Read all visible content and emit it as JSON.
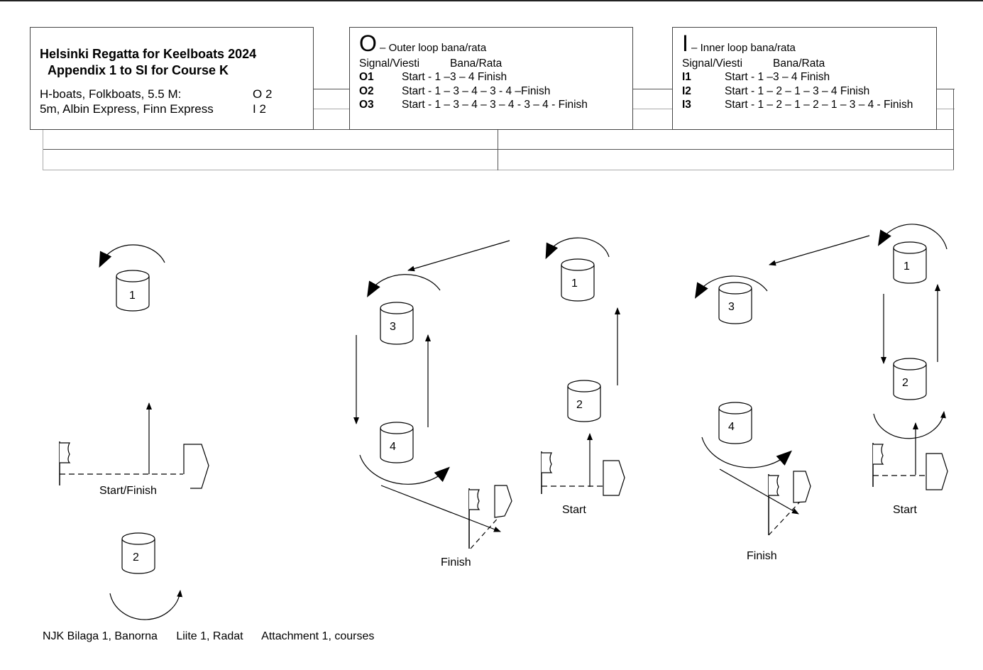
{
  "header": {
    "title_line1": "Helsinki Regatta for Keelboats 2024",
    "title_line2": "Appendix 1 to SI for Course K",
    "class_assignments": [
      {
        "classes": "H-boats, Folkboats, 5.5 M:",
        "course": "O 2"
      },
      {
        "classes": "5m, Albin Express, Finn Express",
        "course": "I 2"
      }
    ]
  },
  "outer_loop": {
    "letter": "O",
    "title": " – Outer loop bana/rata",
    "col_signal": "Signal/Viesti",
    "col_course": "Bana/Rata",
    "rows": [
      {
        "code": "O1",
        "course": "Start - 1 –3 – 4 Finish"
      },
      {
        "code": "O2",
        "course": "Start - 1 – 3 – 4 – 3 - 4 –Finish"
      },
      {
        "code": "O3",
        "course": "Start - 1 – 3 – 4 – 3 – 4 - 3 – 4 - Finish"
      }
    ]
  },
  "inner_loop": {
    "letter": "I",
    "title": " – Inner loop bana/rata",
    "col_signal": "Signal/Viesti",
    "col_course": "Bana/Rata",
    "rows": [
      {
        "code": "I1",
        "course": "Start - 1 –3 – 4 Finish"
      },
      {
        "code": "I2",
        "course": "Start - 1 – 2 – 1 – 3 – 4 Finish"
      },
      {
        "code": "I3",
        "course": "Start - 1 – 2 – 1 – 2 – 1 – 3 – 4 - Finish"
      }
    ]
  },
  "diagram": {
    "legend_panel": {
      "marks": [
        "1",
        "2"
      ],
      "line_label": "Start/Finish"
    },
    "outer_panel": {
      "marks": [
        "3",
        "4",
        "1",
        "2"
      ],
      "finish_label": "Finish",
      "start_label": "Start"
    },
    "inner_panel": {
      "marks": [
        "3",
        "4",
        "1",
        "2"
      ],
      "finish_label": "Finish",
      "start_label": "Start"
    }
  },
  "footer": {
    "swedish": "NJK Bilaga 1, Banorna",
    "finnish": "Liite 1, Radat",
    "english": "Attachment 1, courses"
  }
}
